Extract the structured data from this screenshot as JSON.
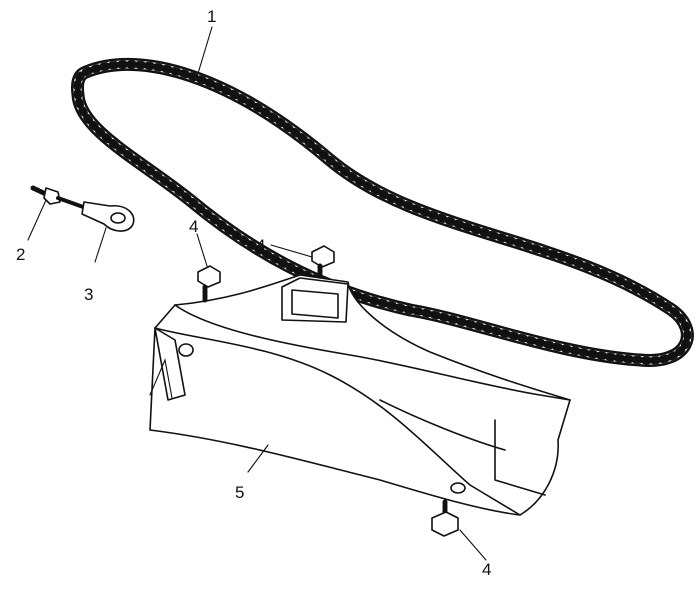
{
  "diagram": {
    "callouts": [
      {
        "id": "chain",
        "label": "1"
      },
      {
        "id": "adjuster-bolt",
        "label": "2"
      },
      {
        "id": "chain-adjuster",
        "label": "3"
      },
      {
        "id": "bolt-left",
        "label": "4"
      },
      {
        "id": "bolt-middle",
        "label": "4"
      },
      {
        "id": "guard",
        "label": "5"
      },
      {
        "id": "bolt-bottom",
        "label": "4"
      }
    ],
    "colors": {
      "ink": "#111111",
      "paper": "#ffffff"
    }
  }
}
